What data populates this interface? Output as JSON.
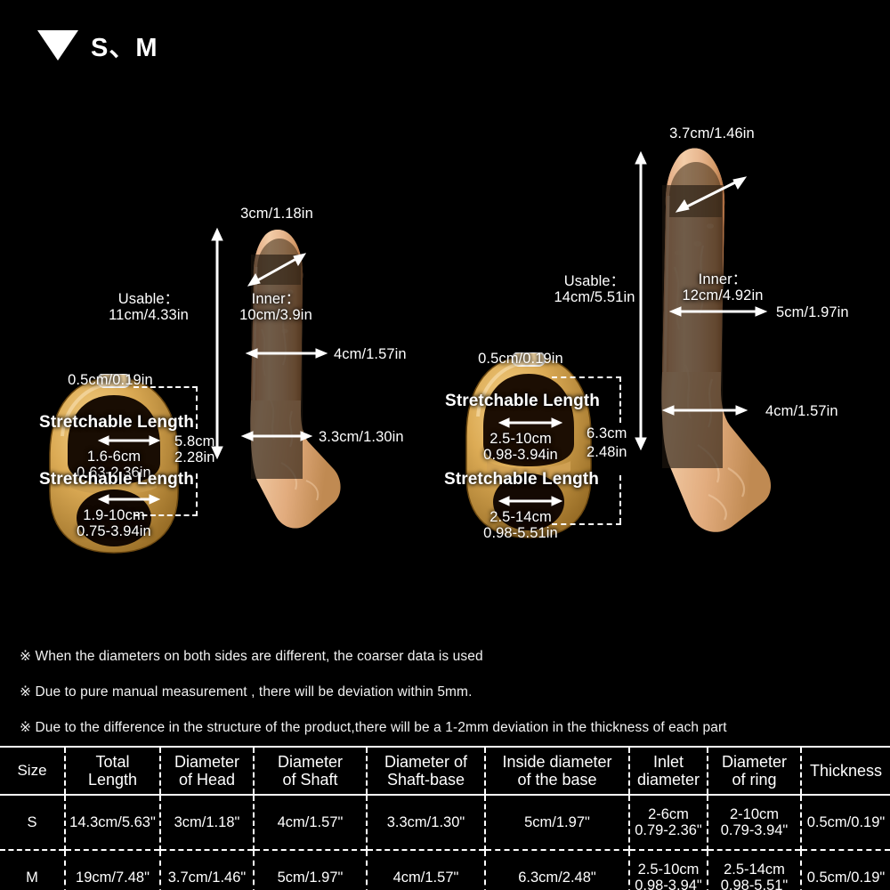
{
  "header": {
    "triangle_icon": "triangle-down-icon",
    "title": "S、M"
  },
  "diagrams": {
    "s_ring": {
      "thickness": "0.5cm/0.19in",
      "upper_stretch_label": "Stretchable Length",
      "upper_stretch_value_cm": "1.6-6cm",
      "upper_stretch_value_in": "0.63-2.36in",
      "lower_stretch_label": "Stretchable Length",
      "lower_stretch_value_cm": "1.9-10cm",
      "lower_stretch_value_in": "0.75-3.94in",
      "height_cm": "5.8cm",
      "height_in": "2.28in"
    },
    "s_sleeve": {
      "head_diameter": "3cm/1.18in",
      "usable_label": "Usable：",
      "usable_value": "11cm/4.33in",
      "inner_label": "Inner：",
      "inner_value": "10cm/3.9in",
      "shaft_diameter": "4cm/1.57in",
      "shaft_base_diameter": "3.3cm/1.30in"
    },
    "m_ring": {
      "thickness": "0.5cm/0.19in",
      "upper_stretch_label": "Stretchable Length",
      "upper_stretch_value_cm": "2.5-10cm",
      "upper_stretch_value_in": "0.98-3.94in",
      "lower_stretch_label": "Stretchable Length",
      "lower_stretch_value_cm": "2.5-14cm",
      "lower_stretch_value_in": "0.98-5.51in",
      "height_cm": "6.3cm",
      "height_in": "2.48in"
    },
    "m_sleeve": {
      "head_diameter": "3.7cm/1.46in",
      "usable_label": "Usable：",
      "usable_value": "14cm/5.51in",
      "inner_label": "Inner：",
      "inner_value": "12cm/4.92in",
      "shaft_diameter": "5cm/1.97in",
      "shaft_base_diameter": "4cm/1.57in"
    }
  },
  "notes": [
    "※ When the diameters on both sides are different, the coarser data is used",
    "※ Due to pure manual measurement , there will be deviation within 5mm.",
    "※ Due to the difference in the structure of the product,there will be a 1-2mm deviation in the thickness of each part"
  ],
  "table": {
    "headers": [
      "Size",
      "Total\nLength",
      "Diameter\nof Head",
      "Diameter\nof Shaft",
      "Diameter of\nShaft-base",
      "Inside diameter\nof the base",
      "Inlet\ndiameter",
      "Diameter\nof ring",
      "Thickness"
    ],
    "rows": [
      {
        "size": "S",
        "total_length": "14.3cm/5.63\"",
        "diameter_head": "3cm/1.18\"",
        "diameter_shaft": "4cm/1.57\"",
        "diameter_shaft_base": "3.3cm/1.30\"",
        "inside_diameter_base": "5cm/1.97\"",
        "inlet_diameter_cm": "2-6cm",
        "inlet_diameter_in": "0.79-2.36\"",
        "diameter_ring_cm": "2-10cm",
        "diameter_ring_in": "0.79-3.94\"",
        "thickness": "0.5cm/0.19\""
      },
      {
        "size": "M",
        "total_length": "19cm/7.48\"",
        "diameter_head": "3.7cm/1.46\"",
        "diameter_shaft": "5cm/1.97\"",
        "diameter_shaft_base": "4cm/1.57\"",
        "inside_diameter_base": "6.3cm/2.48\"",
        "inlet_diameter_cm": "2.5-10cm",
        "inlet_diameter_in": "0.98-3.94\"",
        "diameter_ring_cm": "2.5-14cm",
        "diameter_ring_in": "0.98-5.51\"",
        "thickness": "0.5cm/0.19\""
      }
    ]
  },
  "colors": {
    "background": "#000000",
    "text": "#ffffff",
    "product_flesh": "#e8b98f",
    "product_ring_gold": "#c89a4a"
  }
}
